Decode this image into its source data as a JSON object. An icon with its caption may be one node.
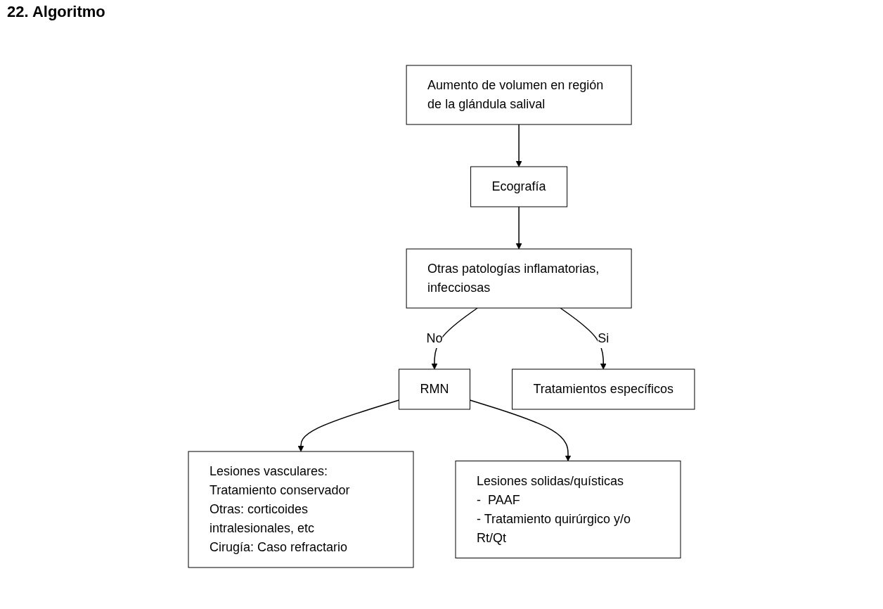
{
  "diagram": {
    "title": "22. Algoritmo",
    "nodes": [
      {
        "text": [
          "Aumento de volumen en región de la glándula salival"
        ]
      },
      {
        "text": [
          "Ecografía"
        ]
      },
      {
        "text": [
          "Otras patologías inflamatorias, infecciosas"
        ]
      },
      {
        "text": [
          "RMN"
        ]
      },
      {
        "text": [
          "Tratamientos específicos"
        ]
      },
      {
        "text": [
          "Lesiones vasculares: Tratamiento conservador",
          "Otras: corticoides intralesionales, etc",
          "Cirugía: Caso refractario"
        ]
      },
      {
        "text": [
          "Lesiones solidas/quísticas",
          "-  PAAF",
          "- Tratamiento quirúrgico y/o Rt/Qt"
        ]
      }
    ],
    "edges": [
      {
        "from": 0,
        "to": 1,
        "arrow": "to"
      },
      {
        "from": 1,
        "to": 2,
        "arrow": "to"
      },
      {
        "from": 2,
        "to": 3,
        "arrow": "to",
        "label": "No"
      },
      {
        "from": 2,
        "to": 4,
        "arrow": "to",
        "label": "Si"
      },
      {
        "from": 3,
        "to": 5,
        "arrow": "to"
      },
      {
        "from": 3,
        "to": 6,
        "arrow": "to"
      }
    ]
  }
}
